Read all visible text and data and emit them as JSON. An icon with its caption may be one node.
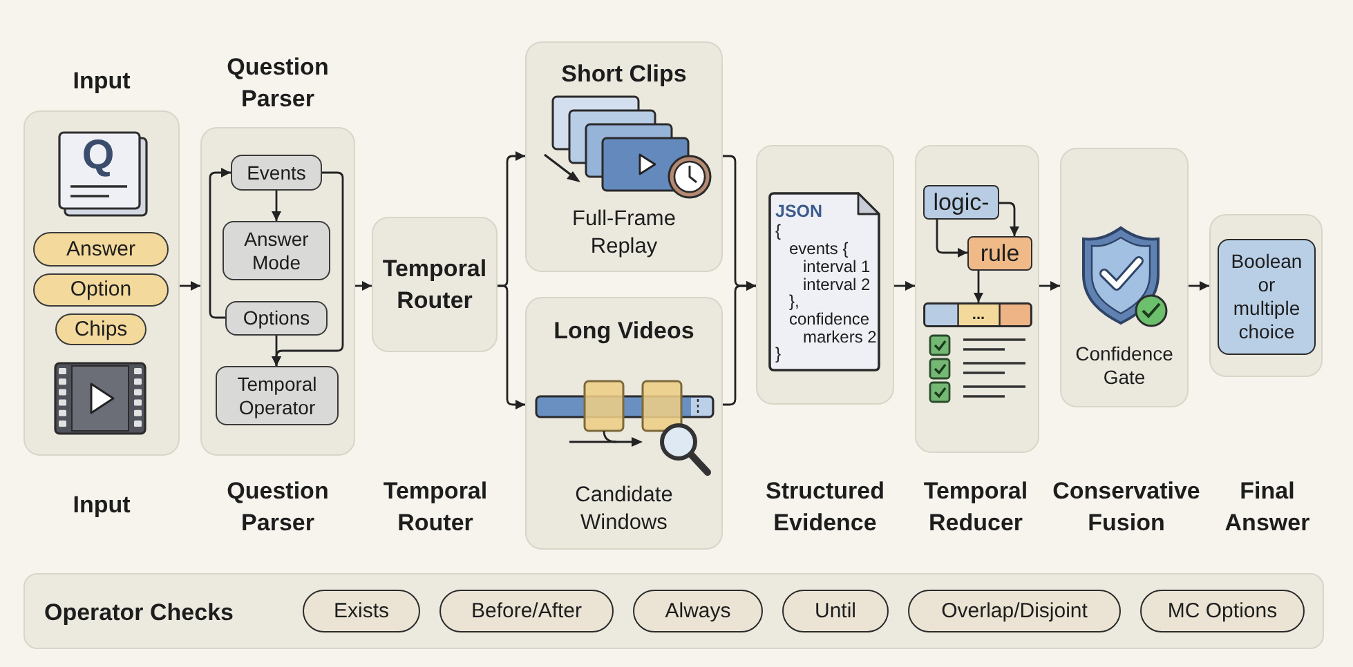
{
  "diagram": {
    "nodes": [
      {
        "text": [
          "Input"
        ]
      },
      {
        "text": [
          "Q"
        ],
        "in": 0
      },
      {
        "text": [
          "Answer"
        ],
        "in": 0
      },
      {
        "text": [
          "Option"
        ],
        "in": 0
      },
      {
        "text": [
          "Chips"
        ],
        "in": 0
      },
      {
        "text": [
          "Question Parser"
        ]
      },
      {
        "text": [
          "Events"
        ],
        "in": 5
      },
      {
        "text": [
          "Answer Mode"
        ],
        "in": 5
      },
      {
        "text": [
          "Options"
        ],
        "in": 5
      },
      {
        "text": [
          "Temporal Operator"
        ],
        "in": 5
      },
      {
        "text": [
          "Temporal Router"
        ]
      },
      {
        "text": [
          "Short Clips",
          "Full-Frame Replay"
        ]
      },
      {
        "text": [
          "Long Videos",
          "Candidate Windows"
        ]
      },
      {
        "text": [],
        "shape": "box"
      },
      {
        "text": [
          "JSON",
          "{",
          "events {",
          "interval 1",
          "interval 2",
          "},",
          "confidence",
          "markers 2",
          "}"
        ],
        "in": 13
      },
      {
        "text": [],
        "shape": "box"
      },
      {
        "text": [
          "logic-"
        ],
        "in": 15
      },
      {
        "text": [
          "rule"
        ],
        "in": 15
      },
      {
        "text": [
          "..."
        ],
        "in": 15
      },
      {
        "text": [
          "Confidence Gate"
        ]
      },
      {
        "text": [],
        "shape": "box"
      },
      {
        "text": [
          "Boolean or multiple choice"
        ],
        "in": 20
      },
      {
        "text": [
          "Operator Checks"
        ]
      },
      {
        "text": [
          "Exists"
        ],
        "in": 22
      },
      {
        "text": [
          "Before/After"
        ],
        "in": 22
      },
      {
        "text": [
          "Always"
        ],
        "in": 22
      },
      {
        "text": [
          "Until"
        ],
        "in": 22
      },
      {
        "text": [
          "Overlap/Disjoint"
        ],
        "in": 22
      },
      {
        "text": [
          "MC Options"
        ],
        "in": 22
      }
    ],
    "edges": [
      {
        "from": 0,
        "to": 5,
        "arrow": "to"
      },
      {
        "from": 5,
        "to": 10,
        "arrow": "to"
      },
      {
        "from": 10,
        "to": 11,
        "arrow": "to"
      },
      {
        "from": 10,
        "to": 12,
        "arrow": "to"
      },
      {
        "from": 11,
        "to": 13,
        "arrow": "to"
      },
      {
        "from": 12,
        "to": 13,
        "arrow": "to"
      },
      {
        "from": 13,
        "to": 15,
        "arrow": "to"
      },
      {
        "from": 15,
        "to": 19,
        "arrow": "to"
      },
      {
        "from": 19,
        "to": 20,
        "arrow": "to"
      },
      {
        "from": 6,
        "to": 7,
        "arrow": "to"
      },
      {
        "from": 8,
        "to": 6,
        "arrow": "to"
      },
      {
        "from": 6,
        "to": 9,
        "arrow": "to"
      },
      {
        "from": 8,
        "to": 9,
        "arrow": "to"
      },
      {
        "from": 16,
        "to": 17,
        "arrow": "to"
      },
      {
        "from": 16,
        "to": 17,
        "arrow": "to"
      },
      {
        "from": 17,
        "to": 18,
        "arrow": "to"
      }
    ],
    "labels": [
      "Input",
      "Question Parser",
      "Temporal Router",
      "Structured Evidence",
      "Temporal Reducer",
      "Conservative Fusion",
      "Final Answer"
    ]
  }
}
